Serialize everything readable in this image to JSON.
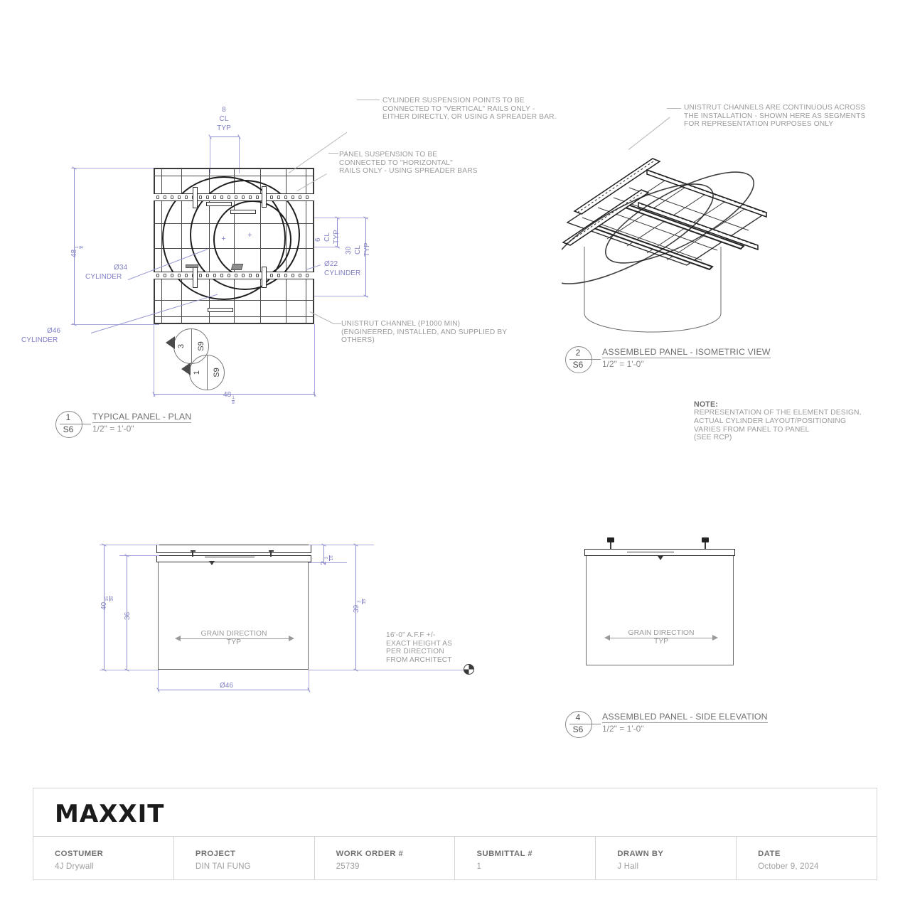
{
  "sheet": {
    "annotations": {
      "cylinder_suspension": "CYLINDER SUSPENSION POINTS TO BE\nCONNECTED TO \"VERTICAL\" RAILS ONLY -\nEITHER DIRECTLY, OR USING A SPREADER BAR.",
      "panel_suspension": "PANEL SUSPENSION TO BE\nCONNECTED TO \"HORIZONTAL\"\nRAILS ONLY - USING SPREADER BARS",
      "unistrut_channel": "UNISTRUT CHANNEL (P1000 MIN)\n(ENGINEERED, INSTALLED, AND SUPPLIED BY\nOTHERS)",
      "unistrut_continuous": "UNISTRUT CHANNELS ARE CONTINUOUS ACROSS\nTHE INSTALLATION - SHOWN HERE AS SEGMENTS\nFOR REPRESENTATION PURPOSES ONLY",
      "height_note": "16'-0\" A.F.F +/-\nEXACT HEIGHT AS\nPER DIRECTION\nFROM ARCHITECT"
    },
    "note": {
      "heading": "NOTE:",
      "body": "REPRESENTATION OF THE ELEMENT DESIGN,\nACTUAL CYLINDER LAYOUT/POSITIONING\nVARIES FROM PANEL TO PANEL\n(SEE RCP)"
    },
    "plan": {
      "dim_top": {
        "value": "8",
        "cl": "CL",
        "typ": "TYP"
      },
      "dim_left": {
        "whole": "48",
        "num": "1",
        "den": "8"
      },
      "dim_bottom": {
        "whole": "48",
        "num": "1",
        "den": "8"
      },
      "dim_inner": {
        "value": "6",
        "cl": "CL",
        "typ": "TYP"
      },
      "dim_outer": {
        "value": "30",
        "cl": "CL",
        "typ": "TYP"
      },
      "label_d34": "Ø34",
      "label_d34_sub": "CYLINDER",
      "label_d46": "Ø46",
      "label_d46_sub": "CYLINDER",
      "label_d22": "Ø22",
      "label_d22_sub": "CYLINDER",
      "section_markers": [
        {
          "number": "3",
          "sheet": "S9"
        },
        {
          "number": "1",
          "sheet": "S9"
        }
      ]
    },
    "elevation_front": {
      "dim_overall": {
        "whole": "40",
        "num": "15",
        "den": "16"
      },
      "dim_body": "36",
      "dim_rail_gap": {
        "whole": "2",
        "num": "3",
        "den": "16"
      },
      "dim_right": {
        "whole": "39",
        "num": "3",
        "den": "16"
      },
      "dim_width": "Ø46",
      "grain_line1": "GRAIN DIRECTION",
      "grain_line2": "TYP"
    },
    "elevation_side": {
      "grain_line1": "GRAIN DIRECTION",
      "grain_line2": "TYP"
    },
    "details": [
      {
        "number": "1",
        "sheet": "S6",
        "title": "TYPICAL PANEL - PLAN",
        "scale": "1/2\" = 1'-0\""
      },
      {
        "number": "2",
        "sheet": "S6",
        "title": "ASSEMBLED PANEL - ISOMETRIC VIEW",
        "scale": "1/2\" = 1'-0\""
      },
      {
        "number": "4",
        "sheet": "S6",
        "title": "ASSEMBLED PANEL - SIDE ELEVATION",
        "scale": "1/2\" = 1'-0\""
      }
    ],
    "titleblock": {
      "logo": "MAXXIT",
      "columns": [
        {
          "label": "COSTUMER",
          "value": "4J Drywall"
        },
        {
          "label": "PROJECT",
          "value": "DIN TAI FUNG"
        },
        {
          "label": "WORK ORDER #",
          "value": "25739"
        },
        {
          "label": "SUBMITTAL #",
          "value": "1"
        },
        {
          "label": "DRAWN BY",
          "value": "J Hall"
        },
        {
          "label": "DATE",
          "value": "October 9, 2024"
        }
      ]
    },
    "colors": {
      "dimension": "#7f7fc4",
      "annotation": "#9a9a9a",
      "linework": "#2c2c2c",
      "logo": "#1b1b1b"
    }
  }
}
